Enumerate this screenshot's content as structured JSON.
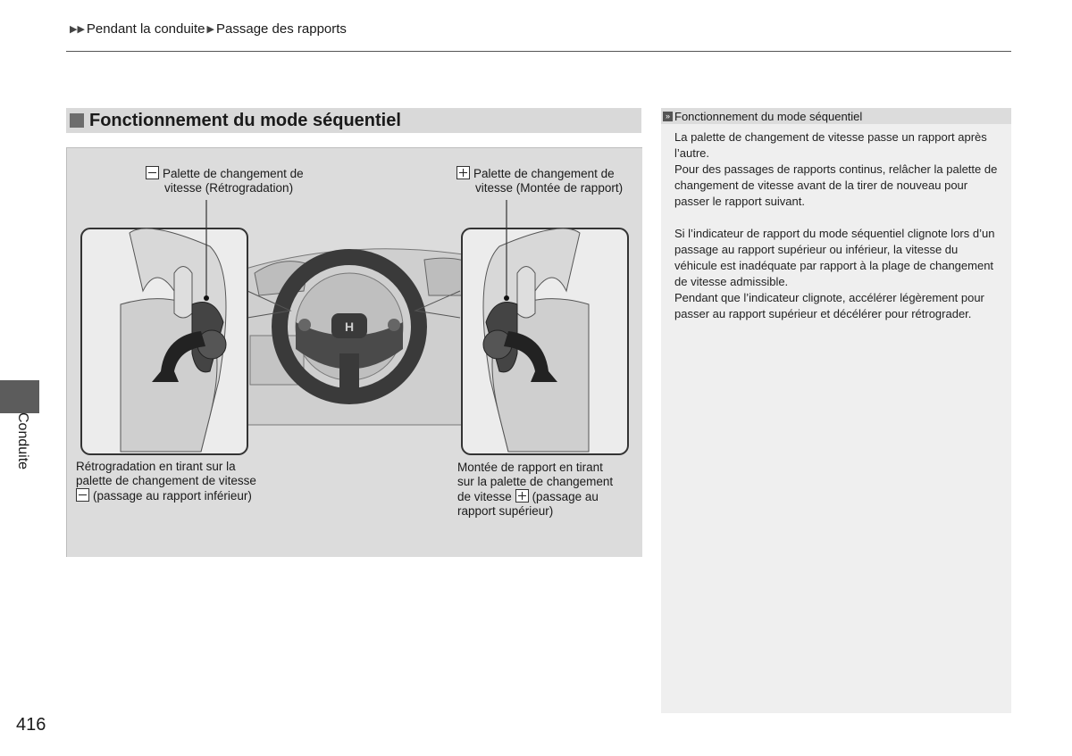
{
  "header": {
    "breadcrumb": [
      "Pendant la conduite",
      "Passage des rapports"
    ]
  },
  "section": {
    "title": "Fonctionnement du mode séquentiel"
  },
  "figure": {
    "label_down_top": [
      "Palette de changement de",
      "vitesse (Rétrogradation)"
    ],
    "label_up_top": [
      "Palette de changement de",
      "vitesse (Montée de rapport)"
    ],
    "label_down_bottom": [
      "Rétrogradation en tirant sur la",
      "palette de changement de vitesse",
      "(passage au rapport inférieur)"
    ],
    "label_up_bottom": [
      "Montée de rapport en tirant",
      "sur la palette de changement",
      "de vitesse",
      "(passage au",
      "rapport supérieur)"
    ],
    "colors": {
      "arrow": "#222222",
      "panel": "#dcdcdc",
      "line": "#333333"
    }
  },
  "side_note": {
    "header": "Fonctionnement du mode séquentiel",
    "paragraphs": [
      "La palette de changement de vitesse passe un rapport après l’autre.\nPour des passages de rapports continus, relâcher la palette de changement de vitesse avant de la tirer de nouveau pour passer le rapport suivant.",
      "Si l’indicateur de rapport du mode séquentiel clignote lors d’un passage au rapport supérieur ou inférieur, la vitesse du véhicule est inadéquate par rapport à la plage de changement de vitesse admissible.\nPendant que l’indicateur clignote, accélérer légèrement pour passer au rapport supérieur et décélérer pour rétrograder."
    ]
  },
  "chapter": "Conduite",
  "page_number": "416"
}
